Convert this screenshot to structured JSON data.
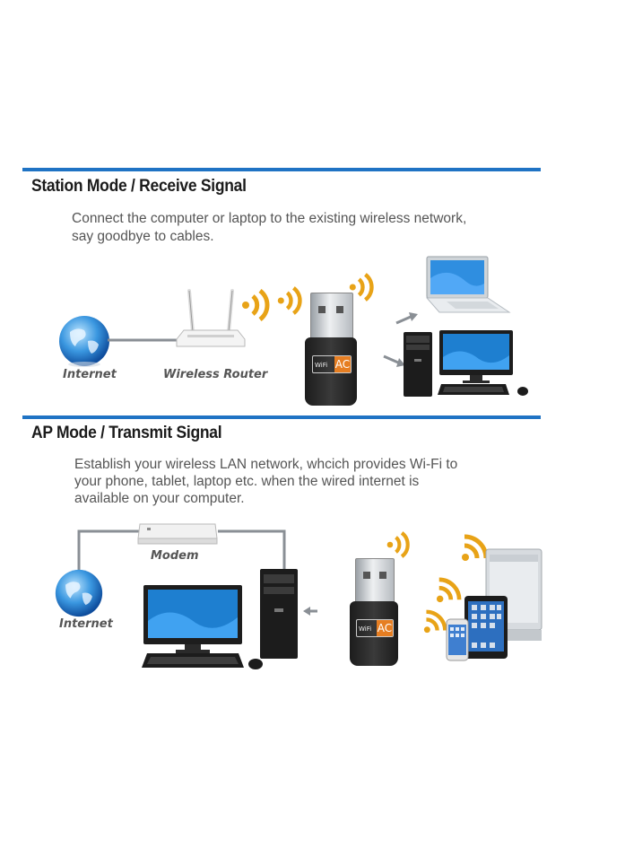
{
  "station": {
    "heading": "Station Mode / Receive Signal",
    "description_line1": "Connect the computer or laptop to the existing wireless network,",
    "description_line2": "say goodbye to cables.",
    "label_internet": "Internet",
    "label_router": "Wireless Router"
  },
  "ap": {
    "heading": "AP Mode / Transmit  Signal",
    "description_line1": "Establish your wireless LAN network, whcich provides Wi-Fi to",
    "description_line2": "your phone, tablet, laptop etc. when the wired internet is",
    "description_line3": "available on your computer.",
    "label_modem": "Modem",
    "label_internet": "Internet"
  },
  "adapter": {
    "badge_wifi": "WiFi",
    "badge_ac": "AC"
  },
  "colors": {
    "rule": "#1f73c4",
    "signal": "#e8a317",
    "adapter_body": "#2a2a2a",
    "badge_ac": "#e67e22"
  },
  "icons": [
    "globe-icon",
    "router-icon",
    "wifi-signal-icon",
    "usb-adapter-icon",
    "laptop-icon",
    "desktop-tower-icon",
    "monitor-icon",
    "keyboard-icon",
    "mouse-icon",
    "modem-icon",
    "tablet-icon",
    "phone-icon",
    "arrow-icon"
  ]
}
